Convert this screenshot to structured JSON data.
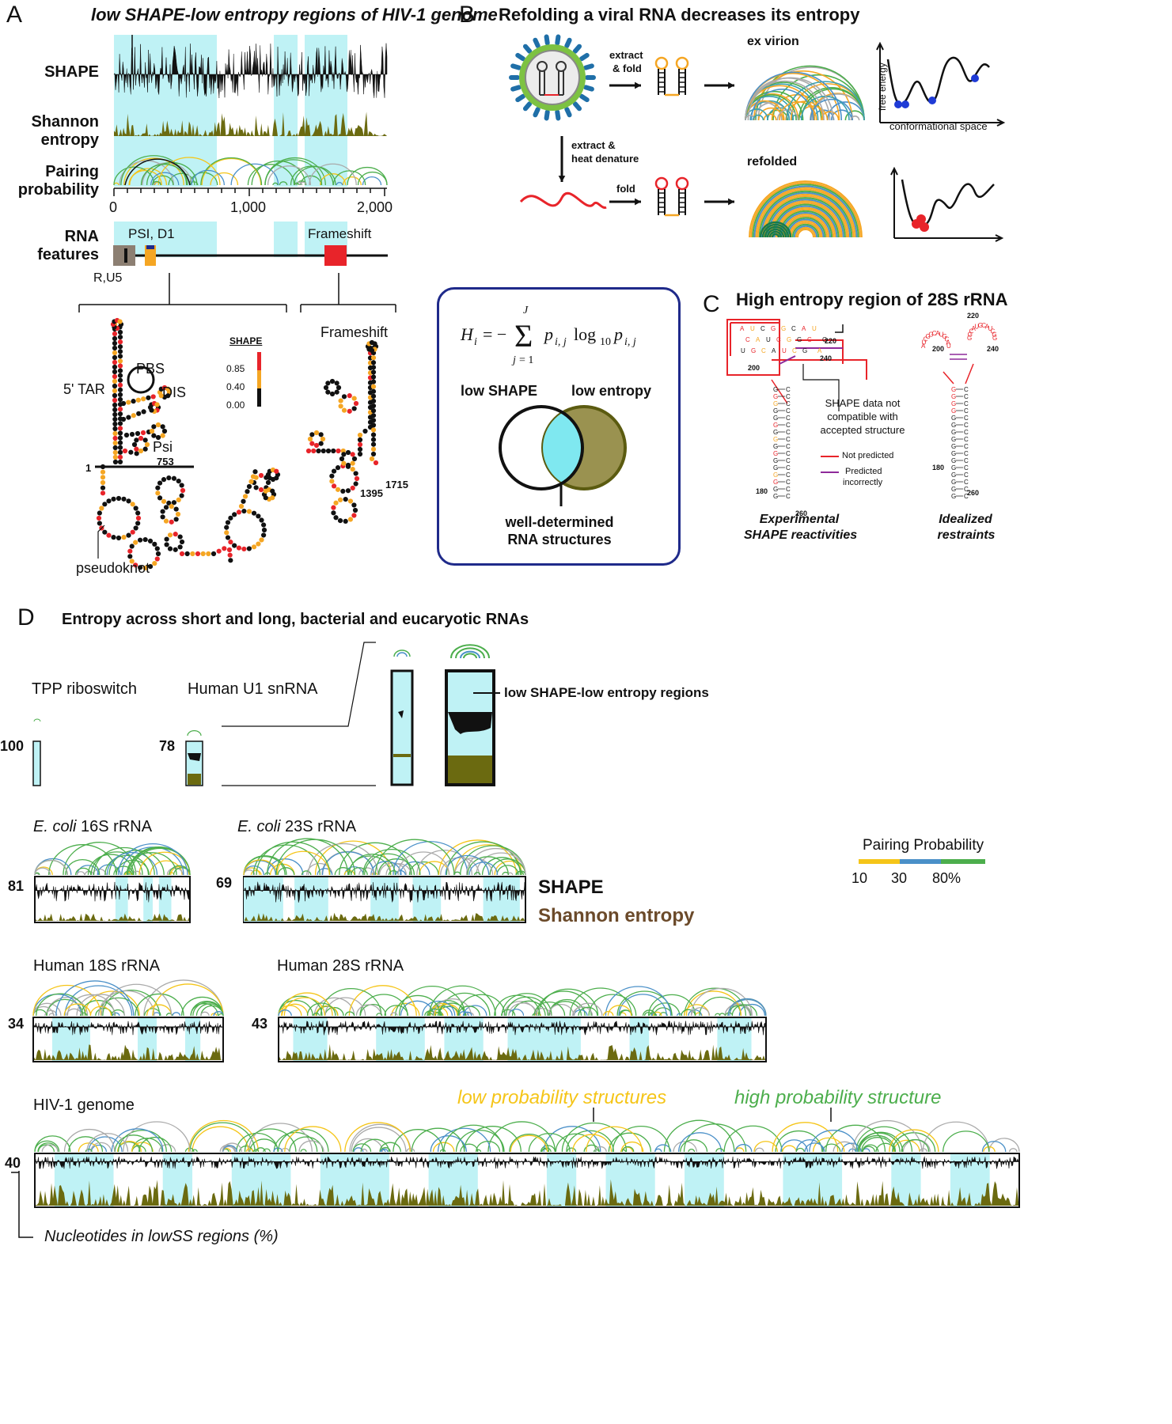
{
  "panelA": {
    "letter": "A",
    "title": "low SHAPE-low entropy regions of HIV-1 genome",
    "row_shape": "SHAPE",
    "row_entropy_1": "Shannon",
    "row_entropy_2": "entropy",
    "row_pairing_1": "Pairing",
    "row_pairing_2": "probability",
    "axis_ticks": [
      "0",
      "1,000",
      "2,000"
    ],
    "features_1": "RNA",
    "features_2": "features",
    "feat_psi": "PSI, D1",
    "feat_frameshift": "Frameshift",
    "feat_ru5": "R,U5",
    "struct_labels": {
      "pbs": "PBS",
      "tar": "5' TAR",
      "dis": "DIS",
      "psi": "Psi",
      "n753": "753",
      "n1": "1",
      "pseudoknot": "pseudoknot",
      "frameshift": "Frameshift",
      "n1395": "1395",
      "n1715": "1715"
    },
    "legend_title": "SHAPE",
    "legend_ticks": [
      "0.85",
      "0.40",
      "0.00"
    ]
  },
  "panelB": {
    "letter": "B",
    "title": "Refolding a viral RNA decreases its entropy",
    "extract_fold_1": "extract",
    "extract_fold_2": "& fold",
    "extract_heat_1": "extract &",
    "extract_heat_2": "heat denature",
    "fold": "fold",
    "ex_virion": "ex virion",
    "refolded": "refolded",
    "free_energy": "free energy",
    "conf_space": "conformational space"
  },
  "panelEq": {
    "low_shape": "low SHAPE",
    "low_entropy": "low entropy",
    "well_1": "well-determined",
    "well_2": "RNA structures"
  },
  "panelC": {
    "letter": "C",
    "title": "High entropy region of 28S rRNA",
    "shape_note_1": "SHAPE data not",
    "shape_note_2": "compatible with",
    "shape_note_3": "accepted structure",
    "legend_not_predicted": "Not predicted",
    "legend_pred_1": "Predicted",
    "legend_pred_2": "incorrectly",
    "nums": [
      "220",
      "240",
      "200",
      "180",
      "260"
    ],
    "caption_left_1": "Experimental",
    "caption_left_2": "SHAPE reactivities",
    "caption_right_1": "Idealized",
    "caption_right_2": "restraints"
  },
  "panelD": {
    "letter": "D",
    "title": "Entropy across short and long, bacterial and eucaryotic RNAs",
    "tpp": "TPP riboswitch",
    "tpp_pct": "100",
    "u1": "Human U1 snRNA",
    "u1_pct": "78",
    "lowss_label": "low SHAPE-low entropy regions",
    "ecoli16_sp": "E. coli",
    "ecoli16_rest": " 16S rRNA",
    "ecoli16_pct": "81",
    "ecoli23_sp": "E. coli",
    "ecoli23_rest": " 23S rRNA",
    "ecoli23_pct": "69",
    "legend_shape": "SHAPE",
    "legend_entropy": "Shannon entropy",
    "pairing_title": "Pairing Probability",
    "pairing_ticks": [
      "10",
      "30",
      "80%"
    ],
    "h18": "Human 18S rRNA",
    "h18_pct": "34",
    "h28": "Human 28S rRNA",
    "h28_pct": "43",
    "hiv": "HIV-1 genome",
    "hiv_pct": "40",
    "low_prob": "low probability structures",
    "high_prob": "high probability structure",
    "yaxis": "Nucleotides in lowSS regions (%)"
  },
  "colors": {
    "cyan": "#bff2f5",
    "olive": "#6b6a10",
    "yellow": "#f5c518",
    "blue": "#4a90c8",
    "green": "#4cae4c",
    "red": "#e8242a",
    "orange": "#f5a623",
    "navy": "#1f2a8a",
    "brown": "#6b4a2a"
  }
}
